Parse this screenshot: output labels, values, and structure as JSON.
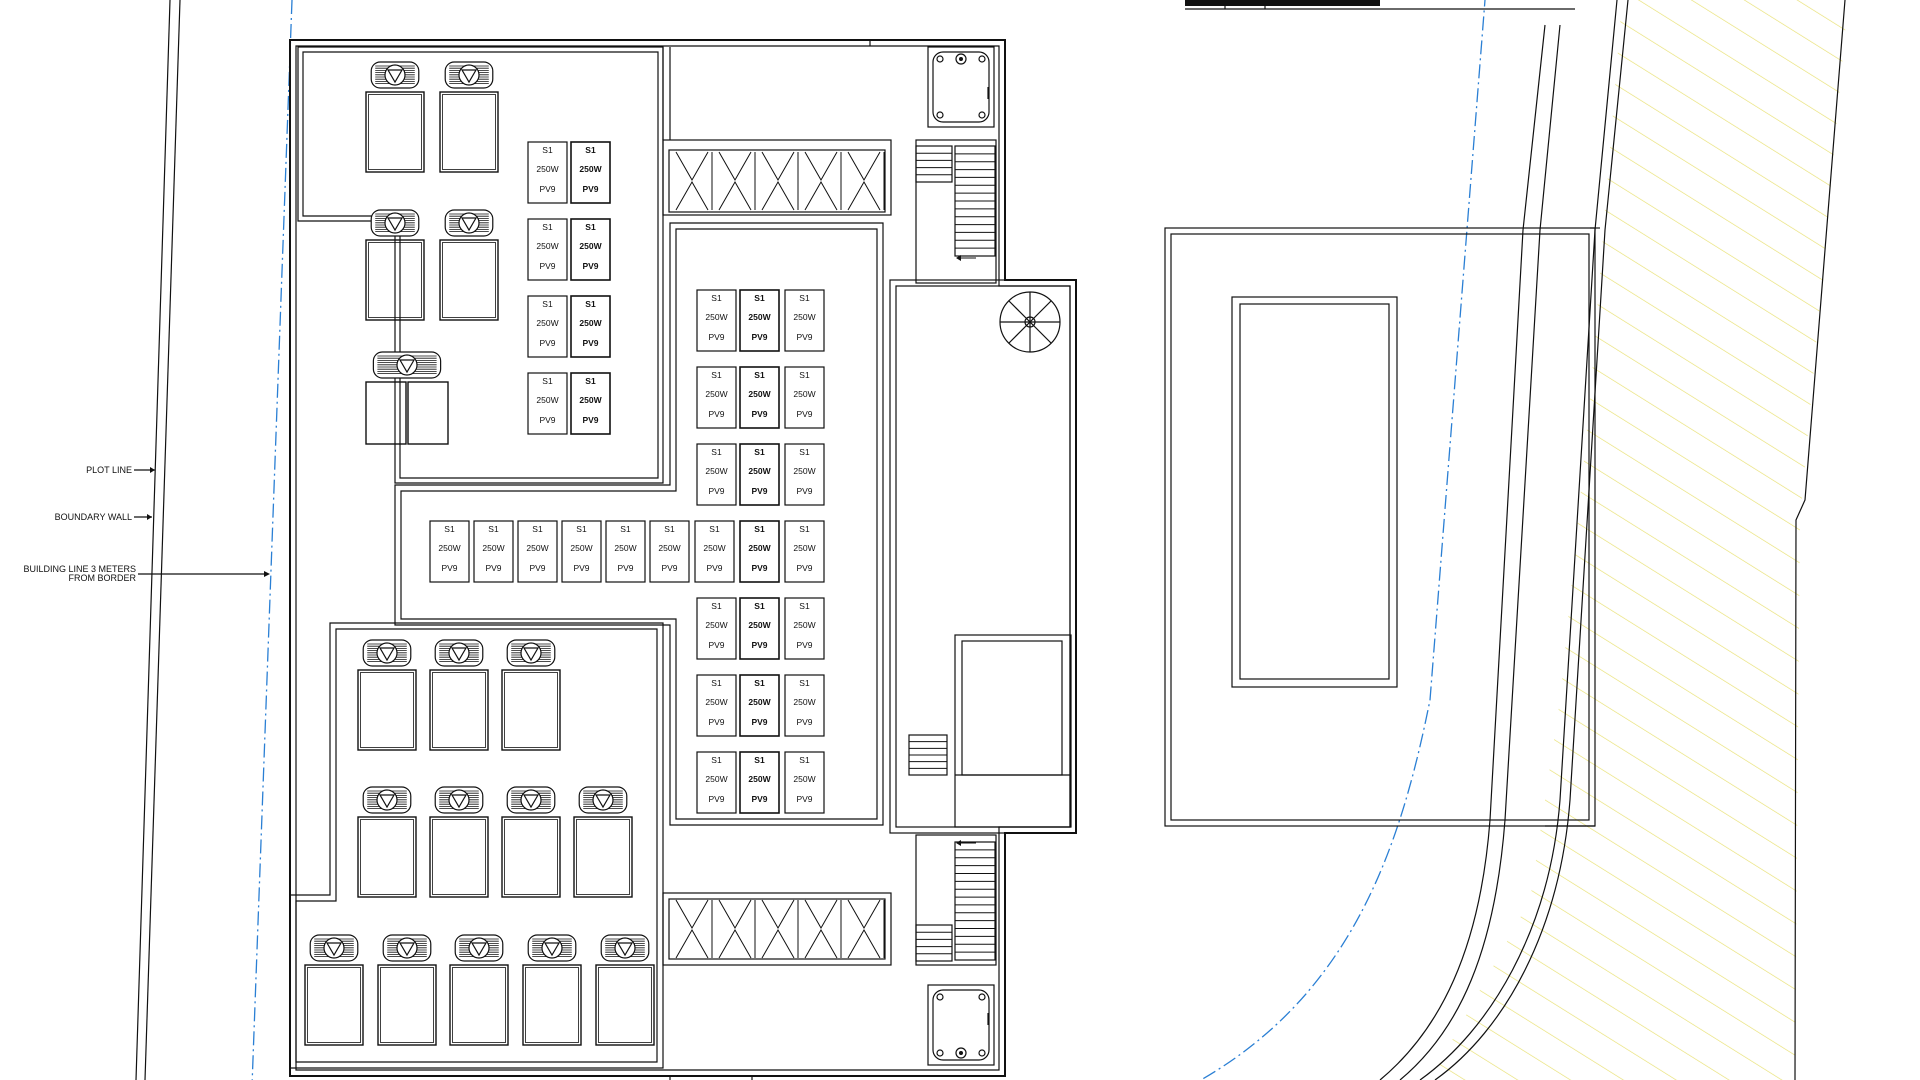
{
  "annotations": {
    "plot_line": "PLOT LINE",
    "boundary_wall": "BOUNDARY WALL",
    "building_line_1": "BUILDING LINE 3 METERS",
    "building_line_2": "FROM  BORDER"
  },
  "pv_panel": {
    "line1": "S1",
    "line2": "250W",
    "line3": "PV9"
  },
  "colors": {
    "ink": "#111111",
    "building_line": "#2a7fd4",
    "hatch": "#e8e070",
    "background": "#ffffff"
  },
  "icons": [
    "solar-water-heater-icon",
    "bathtub-icon",
    "spiral-stair-icon",
    "staircase-icon",
    "pv-panel-icon"
  ]
}
